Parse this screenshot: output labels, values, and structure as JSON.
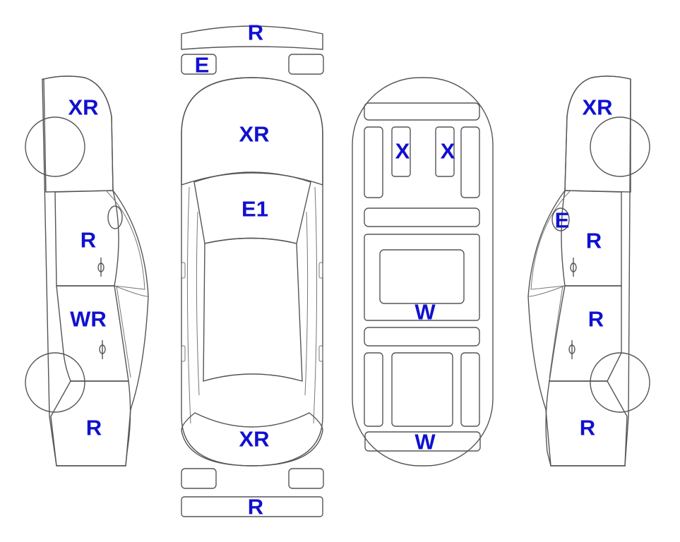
{
  "colors": {
    "repair": "#F9A731",
    "glass": "#DEF5FC",
    "label": "#1010D0",
    "outline": "#555555",
    "background": "#FFFFFF"
  },
  "labels": {
    "front_bumper": "R",
    "front_small_left": "E",
    "front_windshield": "XR",
    "hood": "E1",
    "rear_glass": "XR",
    "rear_bumper": "R",
    "interior_seat_left": "X",
    "interior_seat_right": "X",
    "interior_floor": "W",
    "trunk_floor": "W",
    "left_front_glass": "XR",
    "left_front_fender": "R",
    "left_front_door": "WR",
    "left_rear_quarter": "R",
    "right_front_glass": "XR",
    "right_mirror": "E",
    "right_front_fender": "R",
    "right_front_door": "R",
    "right_rear_quarter": "R"
  }
}
